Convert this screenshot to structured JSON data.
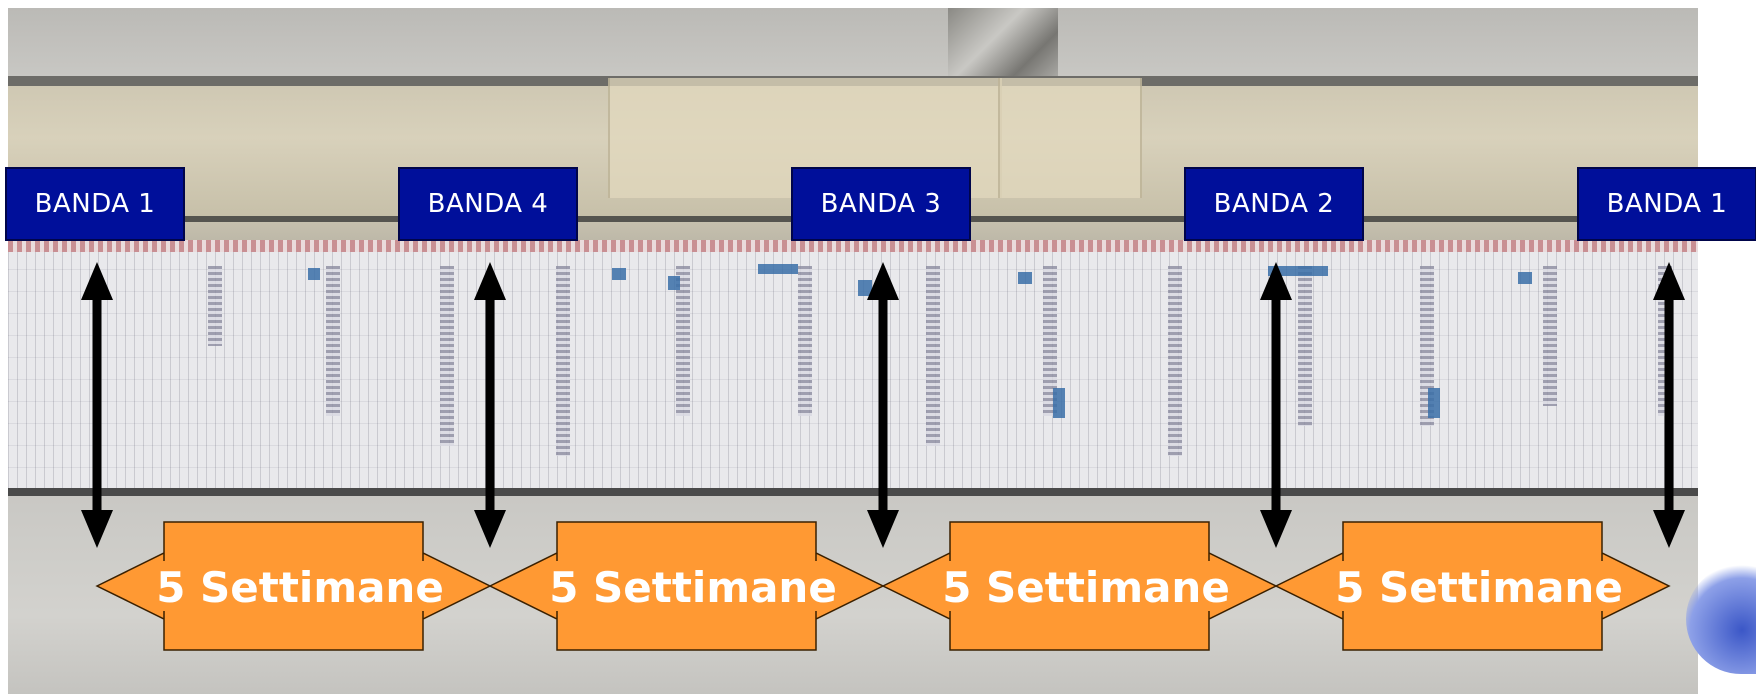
{
  "bands": [
    "BANDA 1",
    "BANDA 4",
    "BANDA 3",
    "BANDA 2",
    "BANDA 1"
  ],
  "intervals": [
    "5 Settimane",
    "5 Settimane",
    "5 Settimane",
    "5 Settimane"
  ],
  "colors": {
    "band_fill": "#000f9a",
    "interval_fill": "#ff9933",
    "interval_text": "#ffffff",
    "arrow": "#000000"
  }
}
